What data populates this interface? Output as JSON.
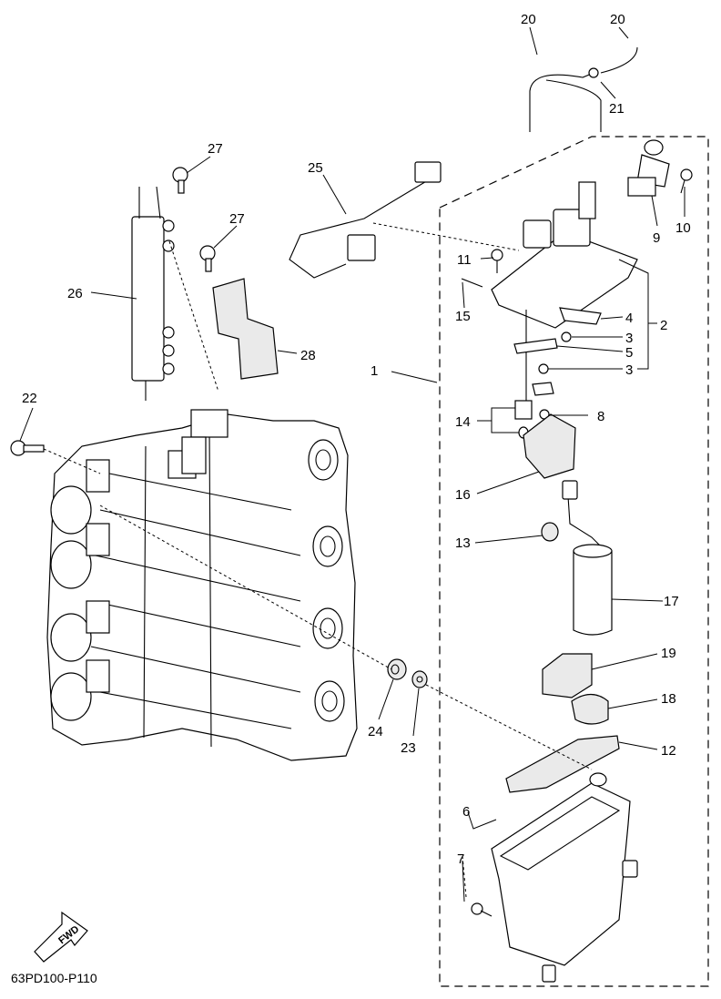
{
  "diagram_code": "63PD100-P110",
  "fwd_label": "FWD",
  "callouts": {
    "n1": "1",
    "n2": "2",
    "n3a": "3",
    "n3b": "3",
    "n4": "4",
    "n5": "5",
    "n6": "6",
    "n7": "7",
    "n8": "8",
    "n9": "9",
    "n10": "10",
    "n11": "11",
    "n12": "12",
    "n13": "13",
    "n14": "14",
    "n15": "15",
    "n16": "16",
    "n17": "17",
    "n18": "18",
    "n19": "19",
    "n20a": "20",
    "n20b": "20",
    "n21": "21",
    "n22": "22",
    "n23": "23",
    "n24": "24",
    "n25": "25",
    "n26": "26",
    "n27a": "27",
    "n27b": "27",
    "n28": "28"
  }
}
